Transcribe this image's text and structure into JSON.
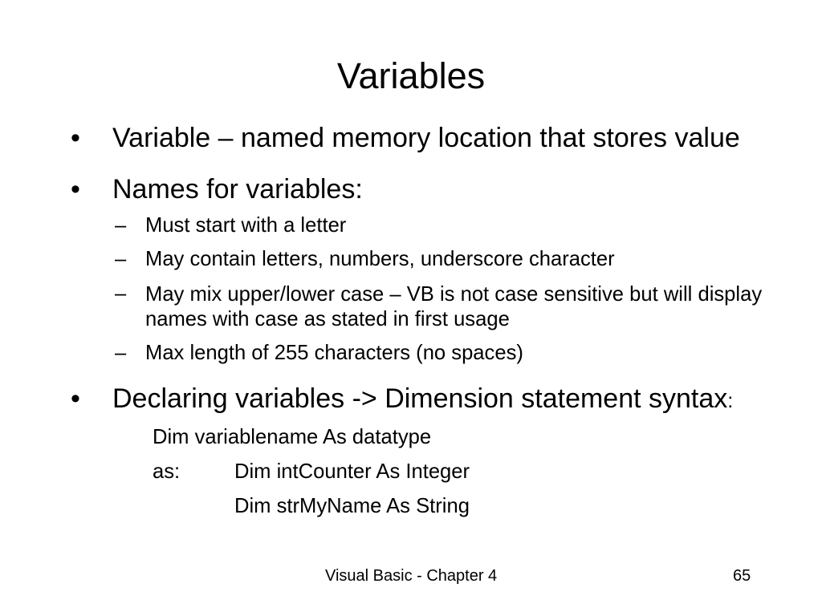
{
  "slide": {
    "title": "Variables",
    "bullet_marker": "•",
    "sub_marker": "–",
    "bullets": [
      {
        "text": "Variable – named memory location that stores value"
      },
      {
        "text": "Names for variables:"
      },
      {
        "text": "Declaring variables -> Dimension statement syntax",
        "suffix": ":"
      }
    ],
    "sub_bullets": [
      "Must start with a letter",
      "May contain letters, numbers, underscore character",
      "May mix upper/lower case – VB is not case sensitive but will display names with case as stated in first usage",
      "Max length of 255 characters (no spaces)"
    ],
    "syntax": {
      "declaration": "Dim variablename As datatype",
      "example_label": "as:",
      "examples": [
        "Dim intCounter As Integer",
        "Dim strMyName As String"
      ]
    }
  },
  "footer": {
    "text": "Visual Basic - Chapter 4",
    "page_number": "65"
  }
}
